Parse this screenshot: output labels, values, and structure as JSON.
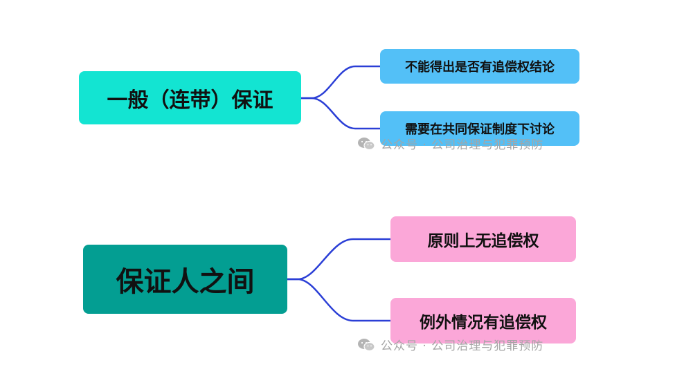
{
  "diagram": {
    "root1": {
      "label": "一般（连带）保证",
      "color": "#13e4d2"
    },
    "root1_children": [
      {
        "label": "不能得出是否有追偿权结论",
        "color": "#53c0f7"
      },
      {
        "label": "需要在共同保证制度下讨论",
        "color": "#53c0f7"
      }
    ],
    "root2": {
      "label": "保证人之间",
      "color": "#039e92"
    },
    "root2_children": [
      {
        "label": "原则上无追偿权",
        "color": "#fba7d8"
      },
      {
        "label": "例外情况有追偿权",
        "color": "#fba7d8"
      }
    ],
    "connector_color": "#2b3fd6"
  },
  "watermarks": [
    {
      "text": "公众号 · 公司治理与犯罪预防",
      "icon": "wechat-icon"
    },
    {
      "text": "公众号 · 公司治理与犯罪预防",
      "icon": "wechat-icon"
    }
  ]
}
